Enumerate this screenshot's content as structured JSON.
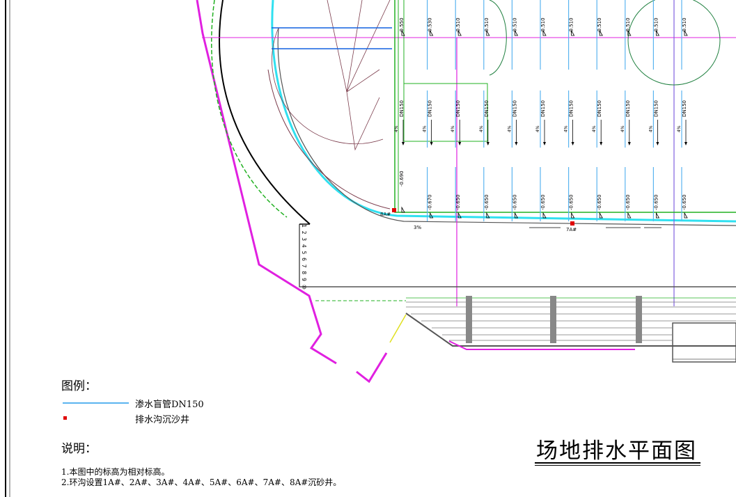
{
  "drawing": {
    "title": "场地排水平面图",
    "elevations_top": [
      "-0.550",
      "-0.530",
      "-0.510",
      "-0.510",
      "-0.510",
      "-0.510",
      "-0.510",
      "-0.510",
      "-0.510",
      "-0.510",
      "-0.510"
    ],
    "elevations_bottom": [
      "-0.690",
      "-0.670",
      "-0.650",
      "-0.650",
      "-0.650",
      "-0.650",
      "-0.650",
      "-0.650",
      "-0.650",
      "-0.650",
      "-0.650"
    ],
    "pipe_labels": [
      "DN150",
      "DN150",
      "DN150",
      "DN150",
      "DN150",
      "DN150",
      "DN150",
      "DN150",
      "DN150",
      "DN150",
      "DN150"
    ],
    "slope_labels": [
      "4%",
      "4%",
      "4%",
      "4%",
      "4%",
      "4%",
      "4%",
      "4%",
      "4%",
      "4%",
      "4%"
    ],
    "slope_ring": "3%",
    "wells": [
      "8A#",
      "7A#"
    ],
    "seat_numbers": "1 2 3 4 5 6 7 8 9 ⑩",
    "colors": {
      "infiltration_pipe": "#5ab4f0",
      "drain_well": "#e00000",
      "magenta": "#e020e0",
      "green": "#20b020",
      "cyan": "#30e0f0",
      "blue": "#1060e0",
      "brown": "#7a3a4a"
    }
  },
  "legend": {
    "title": "图例：",
    "items": [
      {
        "label": "渗水盲管DN150",
        "icon": "infiltration-pipe-line"
      },
      {
        "label": "排水沟沉沙井",
        "icon": "drain-well-square"
      }
    ]
  },
  "notes": {
    "title": "说明：",
    "items": [
      "1.本图中的标高为相对标高。",
      "2.环沟设置1A#、2A#、3A#、4A#、5A#、6A#、7A#、8A#沉砂井。"
    ]
  }
}
